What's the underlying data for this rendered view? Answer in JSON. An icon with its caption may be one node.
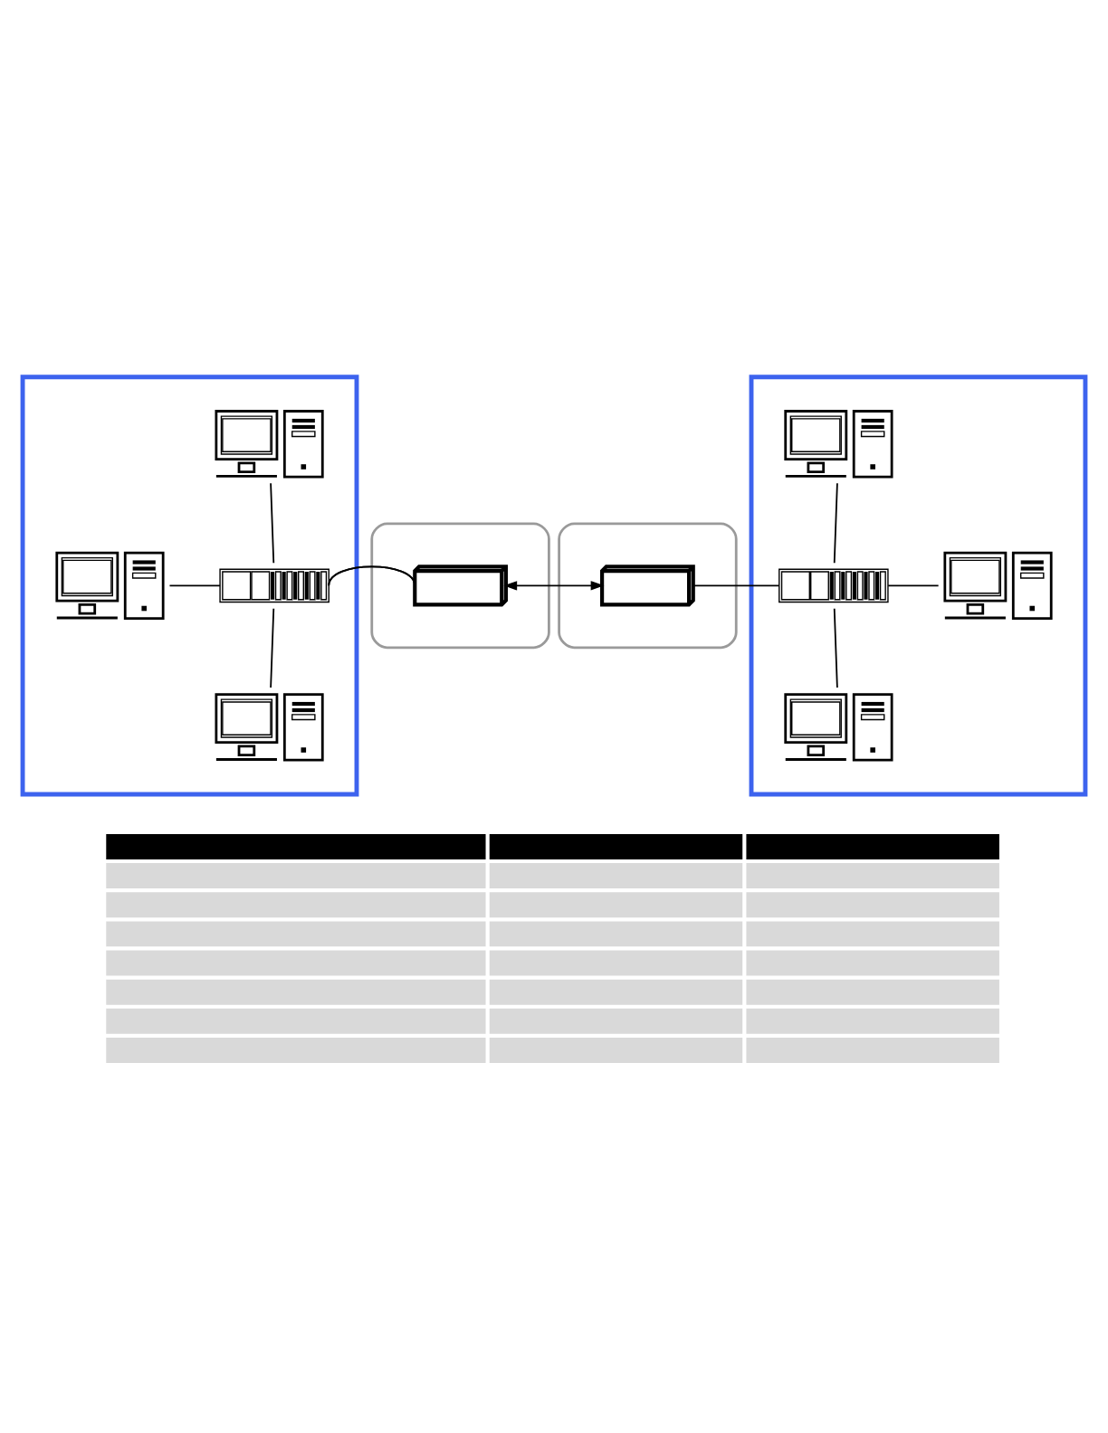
{
  "diagram": {
    "nodes": [
      {
        "text": [],
        "shape": "box"
      },
      {
        "text": [],
        "shape": "computer",
        "in": 0
      },
      {
        "text": [],
        "shape": "computer",
        "in": 0
      },
      {
        "text": [],
        "shape": "switch",
        "in": 0
      },
      {
        "text": [],
        "shape": "computer",
        "in": 0
      },
      {
        "text": [],
        "shape": "cloud"
      },
      {
        "text": [],
        "shape": "router",
        "in": 5
      },
      {
        "text": [],
        "shape": "cloud"
      },
      {
        "text": [],
        "shape": "router",
        "in": 7
      },
      {
        "text": [],
        "shape": "box"
      },
      {
        "text": [],
        "shape": "switch",
        "in": 9
      },
      {
        "text": [],
        "shape": "computer",
        "in": 9
      },
      {
        "text": [],
        "shape": "computer",
        "in": 9
      },
      {
        "text": [],
        "shape": "computer",
        "in": 9
      },
      {
        "text": [],
        "shape": "table"
      }
    ],
    "edges": [
      {
        "from": 1,
        "to": 3,
        "arrow": "none"
      },
      {
        "from": 2,
        "to": 3,
        "arrow": "none"
      },
      {
        "from": 3,
        "to": 4,
        "arrow": "none"
      },
      {
        "from": 3,
        "to": 6,
        "arrow": "none"
      },
      {
        "from": 6,
        "to": 8,
        "arrow": "both"
      },
      {
        "from": 8,
        "to": 10,
        "arrow": "none"
      },
      {
        "from": 11,
        "to": 10,
        "arrow": "none"
      },
      {
        "from": 10,
        "to": 12,
        "arrow": "none"
      },
      {
        "from": 10,
        "to": 13,
        "arrow": "none"
      }
    ]
  }
}
